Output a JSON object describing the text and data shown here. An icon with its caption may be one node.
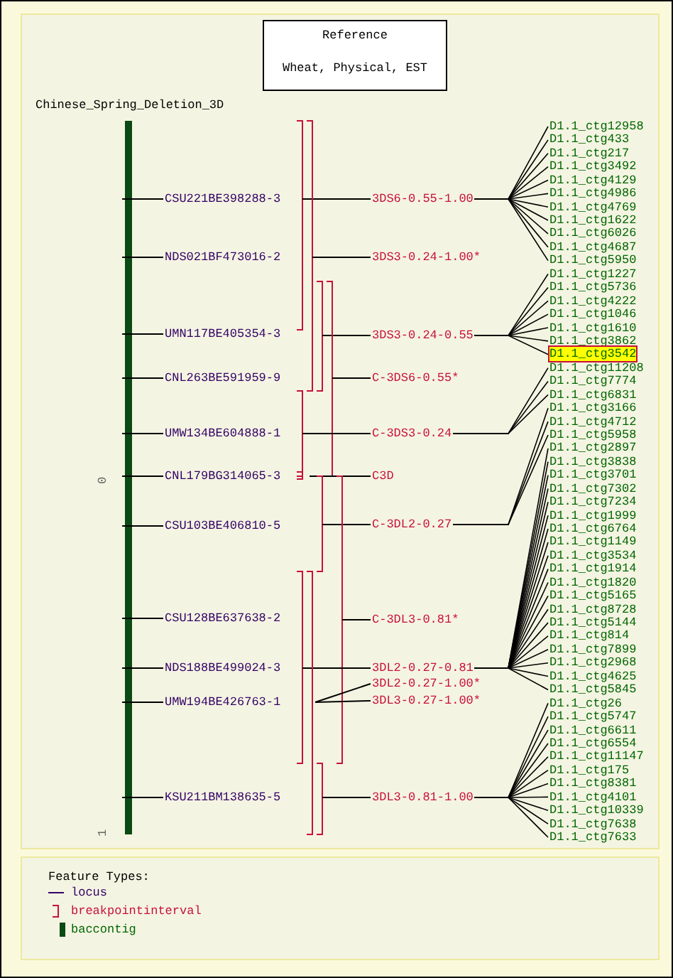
{
  "diagram": {
    "nodes": [
      {
        "text": [
          "Reference",
          "Wheat, Physical, EST"
        ]
      },
      {
        "text": [
          "CSU221BE398288-3"
        ]
      },
      {
        "text": [
          "NDS021BF473016-2"
        ]
      },
      {
        "text": [
          "UMN117BE405354-3"
        ]
      },
      {
        "text": [
          "CNL263BE591959-9"
        ]
      },
      {
        "text": [
          "UMW134BE604888-1"
        ]
      },
      {
        "text": [
          "CNL179BG314065-3"
        ]
      },
      {
        "text": [
          "CSU103BE406810-5"
        ]
      },
      {
        "text": [
          "CSU128BE637638-2"
        ]
      },
      {
        "text": [
          "NDS188BE499024-3"
        ]
      },
      {
        "text": [
          "UMW194BE426763-1"
        ]
      },
      {
        "text": [
          "KSU211BM138635-5"
        ]
      },
      {
        "text": [
          "3DS6-0.55-1.00"
        ]
      },
      {
        "text": [
          "3DS3-0.24-1.00*"
        ]
      },
      {
        "text": [
          "3DS3-0.24-0.55"
        ]
      },
      {
        "text": [
          "C-3DS6-0.55*"
        ]
      },
      {
        "text": [
          "C-3DS3-0.24"
        ]
      },
      {
        "text": [
          "C3D"
        ]
      },
      {
        "text": [
          "C-3DL2-0.27"
        ]
      },
      {
        "text": [
          "C-3DL3-0.81*"
        ]
      },
      {
        "text": [
          "3DL2-0.27-0.81"
        ]
      },
      {
        "text": [
          "3DL2-0.27-1.00*"
        ]
      },
      {
        "text": [
          "3DL3-0.27-1.00*"
        ]
      },
      {
        "text": [
          "3DL3-0.81-1.00"
        ]
      },
      {
        "text": [
          "D1.1_ctg12958"
        ]
      },
      {
        "text": [
          "D1.1_ctg433"
        ]
      },
      {
        "text": [
          "D1.1_ctg217"
        ]
      },
      {
        "text": [
          "D1.1_ctg3492"
        ]
      },
      {
        "text": [
          "D1.1_ctg4129"
        ]
      },
      {
        "text": [
          "D1.1_ctg4986"
        ]
      },
      {
        "text": [
          "D1.1_ctg4769"
        ]
      },
      {
        "text": [
          "D1.1_ctg1622"
        ]
      },
      {
        "text": [
          "D1.1_ctg6026"
        ]
      },
      {
        "text": [
          "D1.1_ctg4687"
        ]
      },
      {
        "text": [
          "D1.1_ctg5950"
        ]
      },
      {
        "text": [
          "D1.1_ctg1227"
        ]
      },
      {
        "text": [
          "D1.1_ctg5736"
        ]
      },
      {
        "text": [
          "D1.1_ctg4222"
        ]
      },
      {
        "text": [
          "D1.1_ctg1046"
        ]
      },
      {
        "text": [
          "D1.1_ctg1610"
        ]
      },
      {
        "text": [
          "D1.1_ctg3862"
        ]
      },
      {
        "text": [
          "D1.1_ctg3542"
        ]
      },
      {
        "text": [
          "D1.1_ctg11208"
        ]
      },
      {
        "text": [
          "D1.1_ctg7774"
        ]
      },
      {
        "text": [
          "D1.1_ctg6831"
        ]
      },
      {
        "text": [
          "D1.1_ctg3166"
        ]
      },
      {
        "text": [
          "D1.1_ctg4712"
        ]
      },
      {
        "text": [
          "D1.1_ctg5958"
        ]
      },
      {
        "text": [
          "D1.1_ctg2897"
        ]
      },
      {
        "text": [
          "D1.1_ctg3838"
        ]
      },
      {
        "text": [
          "D1.1_ctg3701"
        ]
      },
      {
        "text": [
          "D1.1_ctg7302"
        ]
      },
      {
        "text": [
          "D1.1_ctg7234"
        ]
      },
      {
        "text": [
          "D1.1_ctg1999"
        ]
      },
      {
        "text": [
          "D1.1_ctg6764"
        ]
      },
      {
        "text": [
          "D1.1_ctg1149"
        ]
      },
      {
        "text": [
          "D1.1_ctg3534"
        ]
      },
      {
        "text": [
          "D1.1_ctg1914"
        ]
      },
      {
        "text": [
          "D1.1_ctg1820"
        ]
      },
      {
        "text": [
          "D1.1_ctg5165"
        ]
      },
      {
        "text": [
          "D1.1_ctg8728"
        ]
      },
      {
        "text": [
          "D1.1_ctg5144"
        ]
      },
      {
        "text": [
          "D1.1_ctg814"
        ]
      },
      {
        "text": [
          "D1.1_ctg7899"
        ]
      },
      {
        "text": [
          "D1.1_ctg2968"
        ]
      },
      {
        "text": [
          "D1.1_ctg4625"
        ]
      },
      {
        "text": [
          "D1.1_ctg5845"
        ]
      },
      {
        "text": [
          "D1.1_ctg26"
        ]
      },
      {
        "text": [
          "D1.1_ctg5747"
        ]
      },
      {
        "text": [
          "D1.1_ctg6611"
        ]
      },
      {
        "text": [
          "D1.1_ctg6554"
        ]
      },
      {
        "text": [
          "D1.1_ctg11147"
        ]
      },
      {
        "text": [
          "D1.1_ctg175"
        ]
      },
      {
        "text": [
          "D1.1_ctg8381"
        ]
      },
      {
        "text": [
          "D1.1_ctg4101"
        ]
      },
      {
        "text": [
          "D1.1_ctg10339"
        ]
      },
      {
        "text": [
          "D1.1_ctg7638"
        ]
      },
      {
        "text": [
          "D1.1_ctg7633"
        ]
      }
    ],
    "edges": [
      {
        "from": 12,
        "to": 24,
        "arrow": "none"
      },
      {
        "from": 12,
        "to": 25,
        "arrow": "none"
      },
      {
        "from": 12,
        "to": 26,
        "arrow": "none"
      },
      {
        "from": 12,
        "to": 27,
        "arrow": "none"
      },
      {
        "from": 12,
        "to": 28,
        "arrow": "none"
      },
      {
        "from": 12,
        "to": 29,
        "arrow": "none"
      },
      {
        "from": 12,
        "to": 30,
        "arrow": "none"
      },
      {
        "from": 12,
        "to": 31,
        "arrow": "none"
      },
      {
        "from": 12,
        "to": 32,
        "arrow": "none"
      },
      {
        "from": 12,
        "to": 33,
        "arrow": "none"
      },
      {
        "from": 12,
        "to": 34,
        "arrow": "none"
      },
      {
        "from": 14,
        "to": 35,
        "arrow": "none"
      },
      {
        "from": 14,
        "to": 36,
        "arrow": "none"
      },
      {
        "from": 14,
        "to": 37,
        "arrow": "none"
      },
      {
        "from": 14,
        "to": 38,
        "arrow": "none"
      },
      {
        "from": 14,
        "to": 39,
        "arrow": "none"
      },
      {
        "from": 14,
        "to": 40,
        "arrow": "none"
      },
      {
        "from": 14,
        "to": 41,
        "arrow": "none"
      },
      {
        "from": 16,
        "to": 42,
        "arrow": "none"
      },
      {
        "from": 16,
        "to": 43,
        "arrow": "none"
      },
      {
        "from": 16,
        "to": 44,
        "arrow": "none"
      },
      {
        "from": 18,
        "to": 45,
        "arrow": "none"
      },
      {
        "from": 18,
        "to": 46,
        "arrow": "none"
      },
      {
        "from": 18,
        "to": 47,
        "arrow": "none"
      },
      {
        "from": 20,
        "to": 48,
        "arrow": "none"
      },
      {
        "from": 20,
        "to": 49,
        "arrow": "none"
      },
      {
        "from": 20,
        "to": 50,
        "arrow": "none"
      },
      {
        "from": 20,
        "to": 51,
        "arrow": "none"
      },
      {
        "from": 20,
        "to": 52,
        "arrow": "none"
      },
      {
        "from": 20,
        "to": 53,
        "arrow": "none"
      },
      {
        "from": 20,
        "to": 54,
        "arrow": "none"
      },
      {
        "from": 20,
        "to": 55,
        "arrow": "none"
      },
      {
        "from": 20,
        "to": 56,
        "arrow": "none"
      },
      {
        "from": 20,
        "to": 57,
        "arrow": "none"
      },
      {
        "from": 20,
        "to": 58,
        "arrow": "none"
      },
      {
        "from": 20,
        "to": 59,
        "arrow": "none"
      },
      {
        "from": 20,
        "to": 60,
        "arrow": "none"
      },
      {
        "from": 20,
        "to": 61,
        "arrow": "none"
      },
      {
        "from": 20,
        "to": 62,
        "arrow": "none"
      },
      {
        "from": 20,
        "to": 63,
        "arrow": "none"
      },
      {
        "from": 20,
        "to": 64,
        "arrow": "none"
      },
      {
        "from": 20,
        "to": 65,
        "arrow": "none"
      },
      {
        "from": 20,
        "to": 66,
        "arrow": "none"
      },
      {
        "from": 23,
        "to": 67,
        "arrow": "none"
      },
      {
        "from": 23,
        "to": 68,
        "arrow": "none"
      },
      {
        "from": 23,
        "to": 69,
        "arrow": "none"
      },
      {
        "from": 23,
        "to": 70,
        "arrow": "none"
      },
      {
        "from": 23,
        "to": 71,
        "arrow": "none"
      },
      {
        "from": 23,
        "to": 72,
        "arrow": "none"
      },
      {
        "from": 23,
        "to": 73,
        "arrow": "none"
      },
      {
        "from": 23,
        "to": 74,
        "arrow": "none"
      },
      {
        "from": 23,
        "to": 75,
        "arrow": "none"
      },
      {
        "from": 23,
        "to": 76,
        "arrow": "none"
      },
      {
        "from": 23,
        "to": 77,
        "arrow": "none"
      }
    ],
    "labels": [
      "Chinese_Spring_Deletion_3D",
      "0",
      "1",
      "Feature Types:"
    ],
    "legend": [
      {
        "text": "locus"
      },
      {
        "text": "breakpointinterval"
      },
      {
        "text": "baccontig",
        "color": "#0b4a12"
      }
    ]
  }
}
